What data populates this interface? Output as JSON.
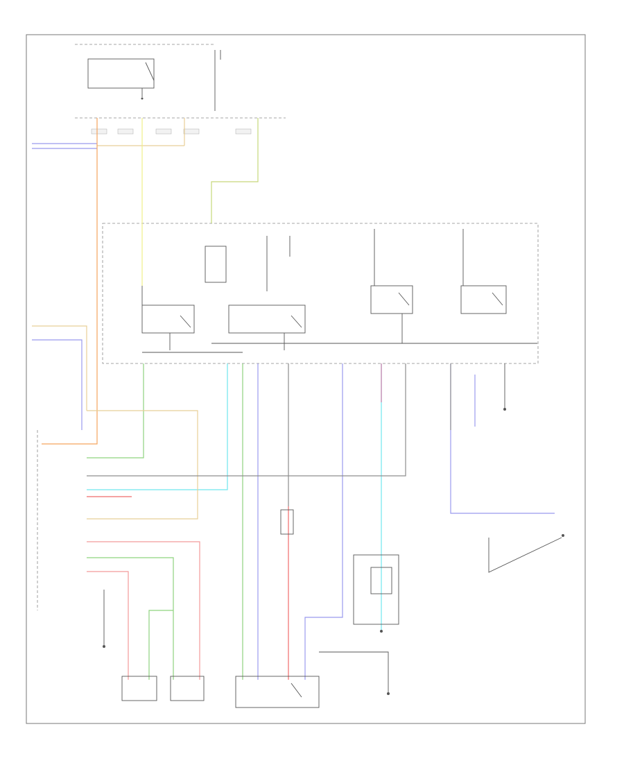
{
  "diagram": {
    "footer_code": "",
    "colors": {
      "orange": "#f5a35c",
      "yellow": "#f1ef8a",
      "green": "#8ed37e",
      "cyan": "#6fe7ee",
      "blue_violet": "#9999ee",
      "pink": "#f29a9a",
      "red": "#ef6a6a",
      "tan": "#e8cf96",
      "gray": "#8d8d8d",
      "frame": "#777777"
    },
    "components": [
      {
        "id": "fuse-box-top",
        "lines": [
          "",
          "",
          "",
          ""
        ]
      },
      {
        "id": "under-dash-box",
        "lines": [
          "",
          "",
          "",
          ""
        ]
      },
      {
        "id": "a-c-clutch-relay",
        "lines": [
          "",
          "",
          ""
        ]
      },
      {
        "id": "a-c-compressor-clutch-relay",
        "lines": [
          "",
          "",
          ""
        ]
      },
      {
        "id": "condenser-fan-relay",
        "lines": [
          "",
          "",
          ""
        ]
      },
      {
        "id": "radiator-fan-relay",
        "lines": [
          "",
          "",
          ""
        ]
      },
      {
        "id": "pcm",
        "lines": [
          "",
          "",
          ""
        ]
      },
      {
        "id": "a-c-pressure-sensor",
        "lines": [
          "",
          "",
          ""
        ]
      },
      {
        "id": "a-c-compressor",
        "lines": [
          "",
          ""
        ]
      },
      {
        "id": "radiator-fan-motor",
        "lines": [
          "",
          "",
          ""
        ]
      },
      {
        "id": "condenser-fan-motor",
        "lines": [
          "",
          "",
          ""
        ]
      },
      {
        "id": "a-c-clutch",
        "lines": [
          "",
          "",
          ""
        ]
      }
    ]
  }
}
